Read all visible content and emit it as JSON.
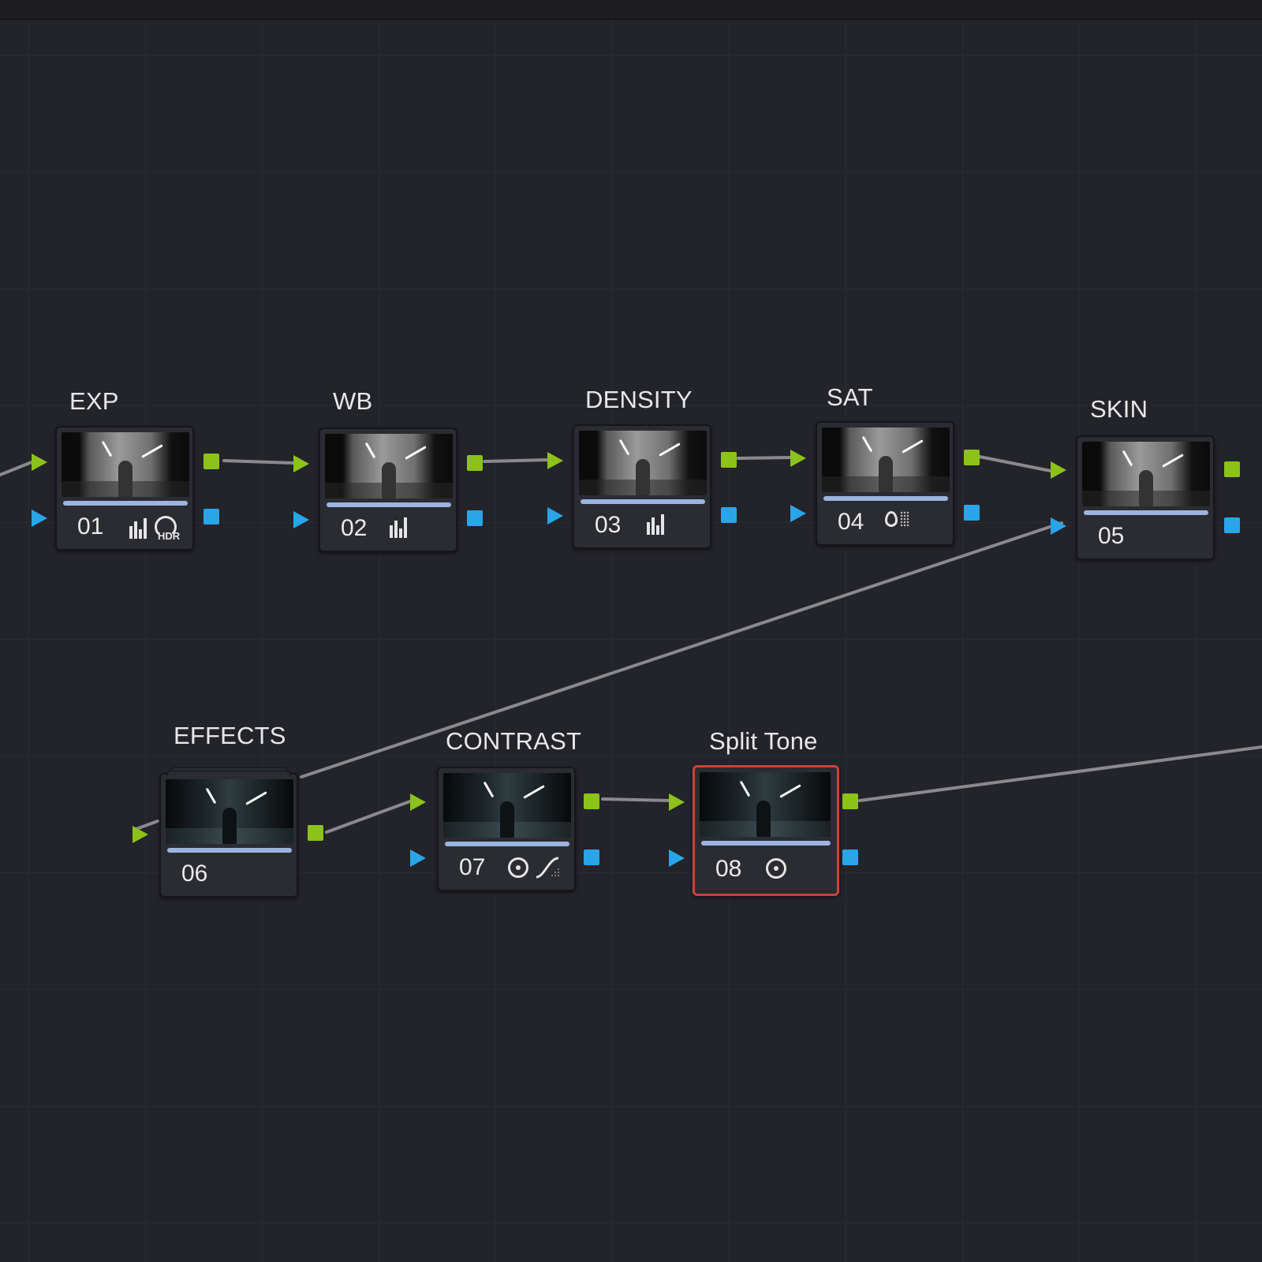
{
  "app": "Color Page Node Editor",
  "colors": {
    "background": "#23232a",
    "rgb_input": "#8cc21a",
    "key_input": "#2aa5e8",
    "selection": "#c9423d",
    "link": "#8a8a8e"
  },
  "nodes": [
    {
      "id": "01",
      "title": "EXP",
      "icons": [
        "histogram-icon",
        "hdr-icon"
      ],
      "icon_text": "HDR",
      "thumb": "bright"
    },
    {
      "id": "02",
      "title": "WB",
      "icons": [
        "histogram-icon"
      ],
      "thumb": "bright"
    },
    {
      "id": "03",
      "title": "DENSITY",
      "icons": [
        "histogram-icon"
      ],
      "thumb": "bright"
    },
    {
      "id": "04",
      "title": "SAT",
      "icons": [
        "color-warper-icon"
      ],
      "thumb": "bright"
    },
    {
      "id": "05",
      "title": "SKIN",
      "icons": [],
      "thumb": "bright"
    },
    {
      "id": "06",
      "title": "EFFECTS",
      "icons": [],
      "thumb": "dark",
      "compound": true
    },
    {
      "id": "07",
      "title": "CONTRAST",
      "icons": [
        "power-window-icon",
        "curves-icon"
      ],
      "thumb": "dark"
    },
    {
      "id": "08",
      "title": "Split Tone",
      "icons": [
        "power-window-icon"
      ],
      "thumb": "dark",
      "selected": true
    }
  ]
}
